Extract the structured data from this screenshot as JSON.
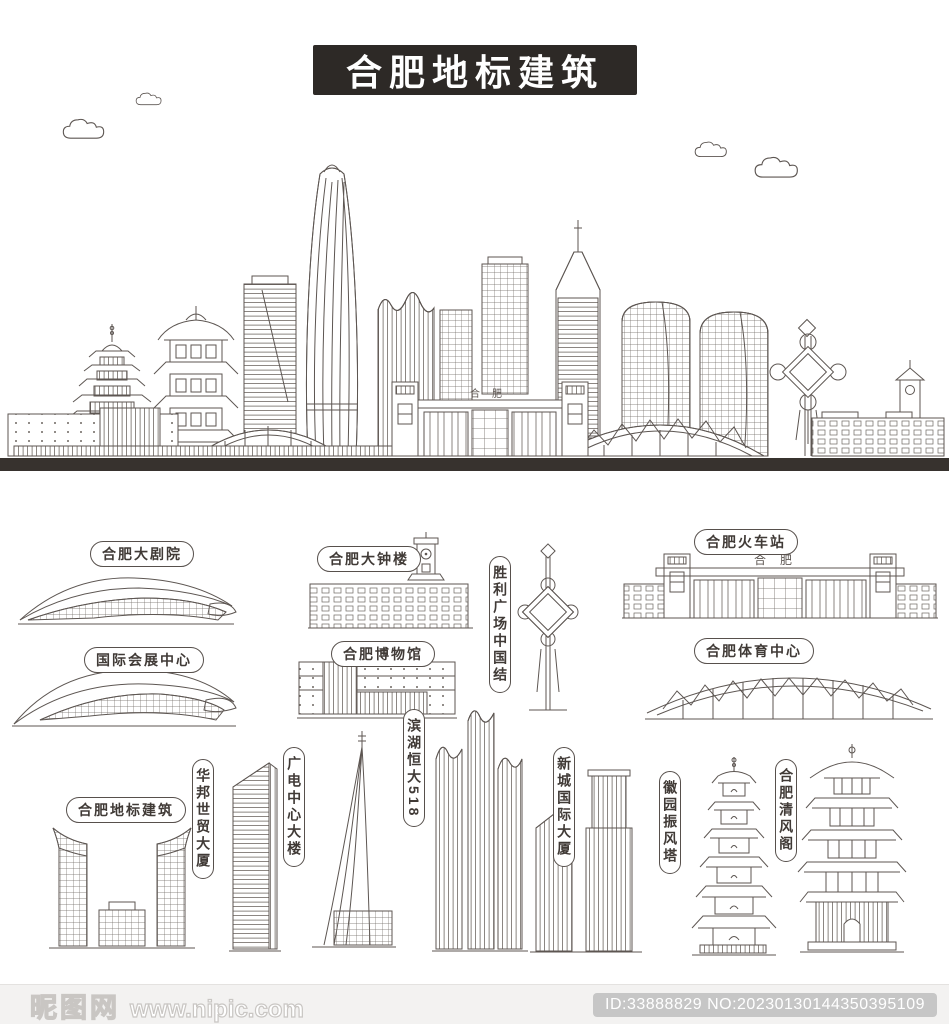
{
  "title": "合肥地标建筑",
  "colors": {
    "line": "#5d5652",
    "banner_bg": "#2d2926",
    "banner_text": "#ffffff",
    "ground_bar": "#37322e",
    "footer_bg": "#f3f2f1",
    "id_badge_bg": "#c6c6c6",
    "id_badge_text": "#ffffff"
  },
  "skyline": {
    "station_sign": "合肥"
  },
  "landmarks": [
    {
      "id": "grand-theater",
      "label": "合肥大剧院"
    },
    {
      "id": "clock-tower",
      "label": "合肥大钟楼"
    },
    {
      "id": "victory-square-chinese-knot",
      "label": "胜利广场中国结"
    },
    {
      "id": "railway-station",
      "label": "合肥火车站",
      "sign": "合肥"
    },
    {
      "id": "convention-center",
      "label": "国际会展中心"
    },
    {
      "id": "museum",
      "label": "合肥博物馆"
    },
    {
      "id": "sports-center",
      "label": "合肥体育中心"
    },
    {
      "id": "landmark-towers",
      "label": "合肥地标建筑"
    },
    {
      "id": "huabang-world-trade",
      "label": "华邦世贸大厦"
    },
    {
      "id": "radio-tv-center",
      "label": "广电中心大楼"
    },
    {
      "id": "binhu-evergrande-518",
      "label": "滨湖恒大518"
    },
    {
      "id": "xincheng-international",
      "label": "新城国际大厦"
    },
    {
      "id": "zhenfeng-pagoda",
      "label": "徽园振风塔"
    },
    {
      "id": "qingfeng-pavilion",
      "label": "合肥清风阁"
    }
  ],
  "footer": {
    "site_name": "昵图网",
    "site_url": "www.nipic.com",
    "image_id": "ID:33888829 NO:20230130144350395109"
  }
}
